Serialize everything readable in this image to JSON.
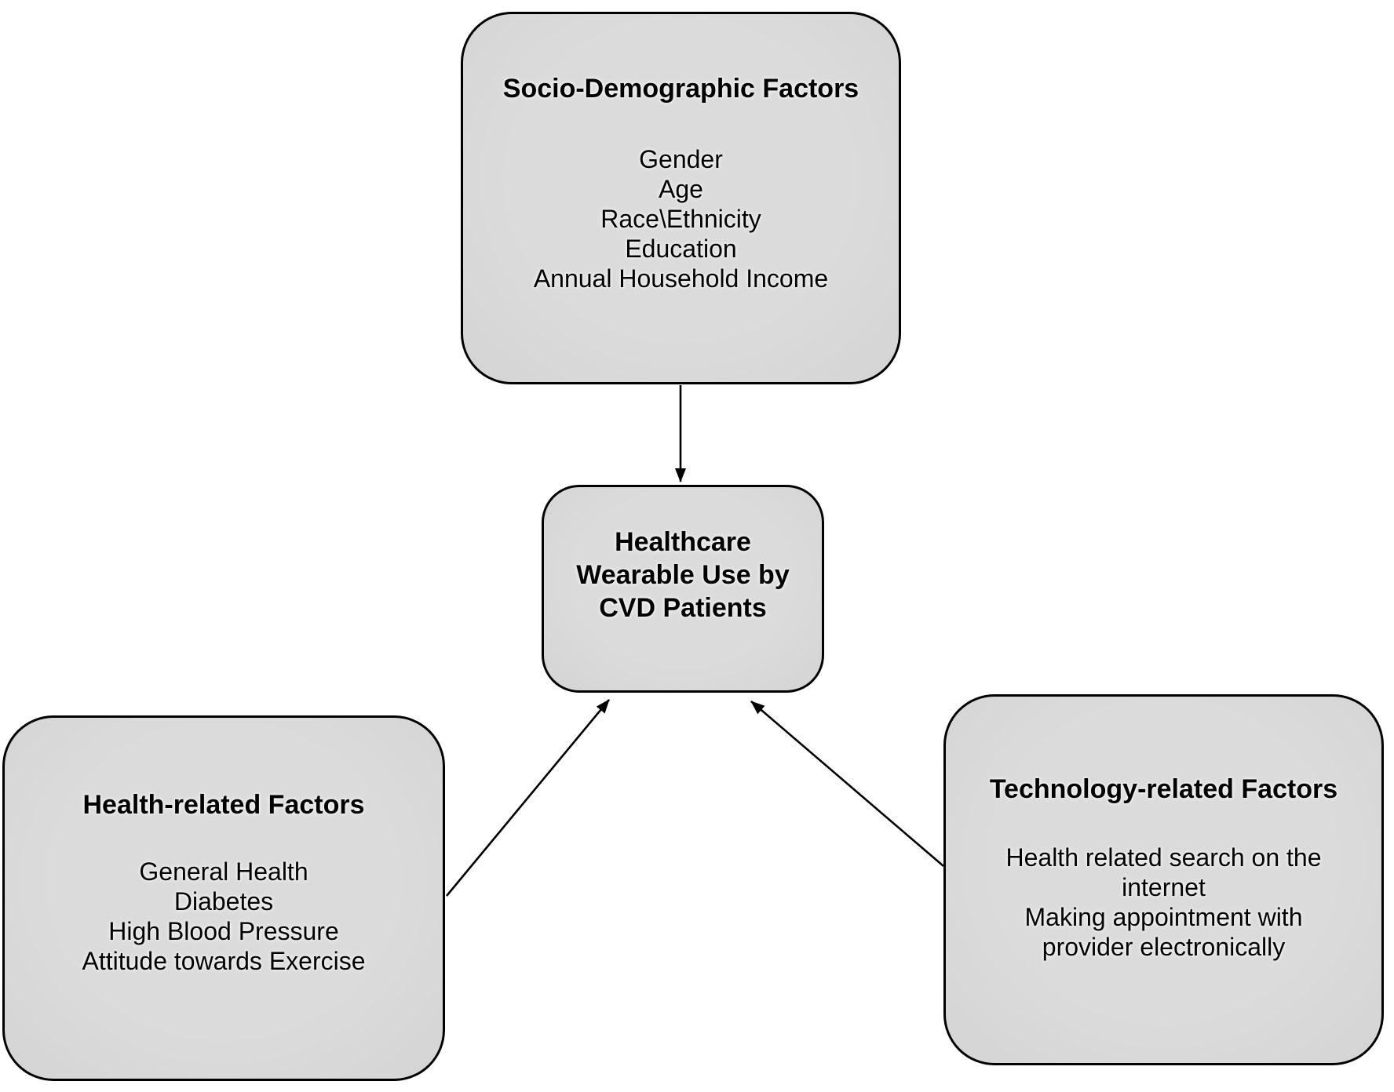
{
  "diagram": {
    "colors": {
      "background": "#ffffff",
      "box_fill": "#d8d8d8",
      "box_border": "#000000",
      "arrow": "#000000",
      "text": "#000000"
    },
    "nodes": {
      "socio_demographic": {
        "title": "Socio-Demographic Factors",
        "items": [
          "Gender",
          "Age",
          "Race\\Ethnicity",
          "Education",
          "Annual Household Income"
        ]
      },
      "health_related": {
        "title": "Health-related Factors",
        "items": [
          "General Health",
          "Diabetes",
          "High Blood Pressure",
          "Attitude towards Exercise"
        ]
      },
      "technology_related": {
        "title": "Technology-related Factors",
        "items": [
          "Health related search on the internet",
          "Making appointment with provider electronically"
        ]
      },
      "outcome": {
        "label_lines": [
          "Healthcare",
          "Wearable Use by",
          "CVD Patients"
        ]
      }
    },
    "edges": [
      {
        "from": "socio_demographic",
        "to": "outcome"
      },
      {
        "from": "health_related",
        "to": "outcome"
      },
      {
        "from": "technology_related",
        "to": "outcome"
      }
    ]
  }
}
